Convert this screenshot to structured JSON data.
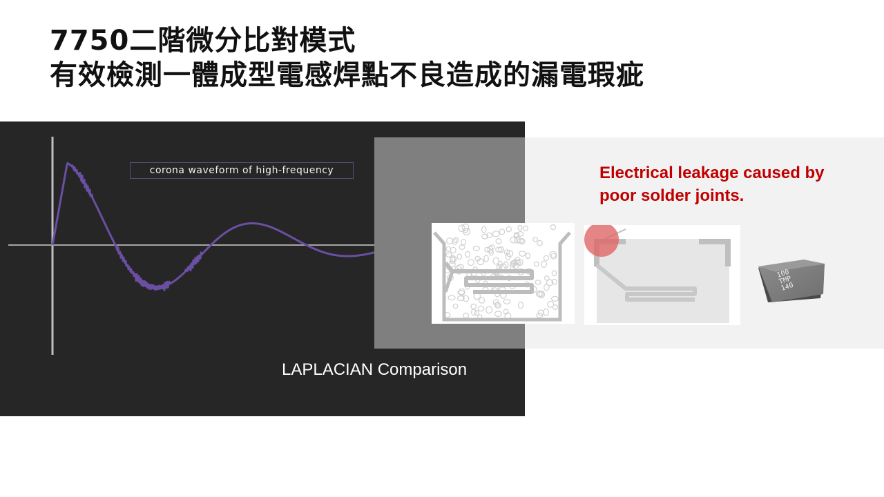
{
  "title": {
    "line1": "7750二階微分比對模式",
    "line2": "有效檢測一體成型電感焊點不良造成的漏電瑕疵"
  },
  "waveform": {
    "label": "corona waveform of high-frequency",
    "comparison_label": "LAPLACIAN Comparison",
    "wave_color": "#6a4fa3"
  },
  "leakage": {
    "line1": "Electrical leakage caused by",
    "line2": "poor solder joints.",
    "color": "#c00000"
  },
  "inductor_marking": {
    "line1": "100",
    "line2": "TMP",
    "line3": "140"
  }
}
